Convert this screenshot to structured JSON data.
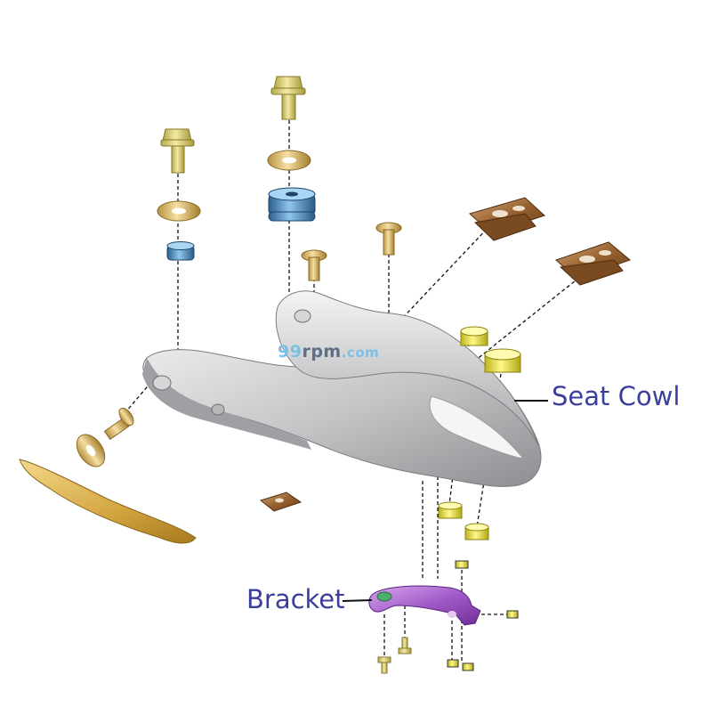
{
  "labels": {
    "seat_cowl": "Seat Cowl",
    "bracket": "Bracket"
  },
  "watermark": {
    "number": "99",
    "brand": "rpm",
    "tld": ".com"
  },
  "colors": {
    "label_text": "#3b3f9a",
    "seat_cowl_body": "#c9c9cb",
    "bracket": "#a25bc9",
    "side_trim": "#d9b04a",
    "bolts": "#cdbf6a",
    "rubber_grommets": "#3d7fbf",
    "clips": "#8a5a2b",
    "collars": "#e6df3a"
  },
  "icons": [
    "bolt-icon",
    "washer-icon",
    "grommet-icon",
    "clip-nut-icon",
    "collar-icon",
    "screw-icon"
  ]
}
